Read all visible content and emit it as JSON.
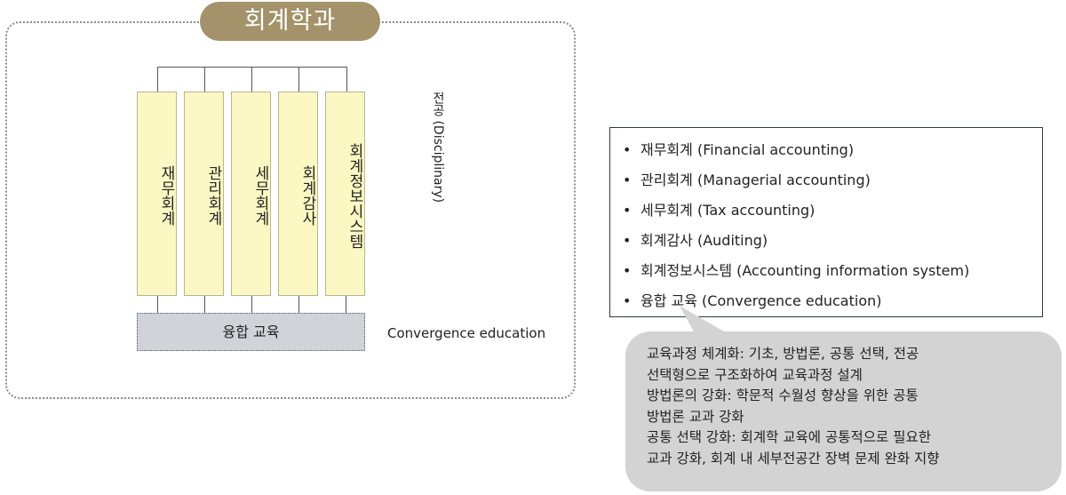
{
  "title": "회계학과",
  "disciplinary_label": "전공 (Disciplinary)",
  "columns": [
    "재무회계",
    "관리회계",
    "세무회계",
    "회계감사",
    "회계정보시스템"
  ],
  "convergence": {
    "box_label": "융합 교육",
    "side_label": "Convergence education"
  },
  "list_items": [
    "재무회계 (Financial accounting)",
    "관리회계 (Managerial accounting)",
    "세무회계 (Tax accounting)",
    "회계감사 (Auditing)",
    "회계정보시스템 (Accounting information system)",
    "융합 교육 (Convergence education)"
  ],
  "callout_lines": [
    "교육과정 체계화: 기초, 방법론, 공통 선택, 전공",
    "선택형으로 구조화하여 교육과정 설계",
    "방법론의 강화: 학문적 수월성 향상을 위한 공통",
    "방법론 교과 강화",
    "공통 선택 강화: 회계학 교육에 공통적으로 필요한",
    "교과 강화, 회계 내 세부전공간 장벽 문제 완화 지향"
  ],
  "colors": {
    "title_pill": "#a3926a",
    "column_fill": "#fcf8c4",
    "convergence_fill": "#d0d3d8",
    "callout_fill": "#d3d3d3"
  }
}
